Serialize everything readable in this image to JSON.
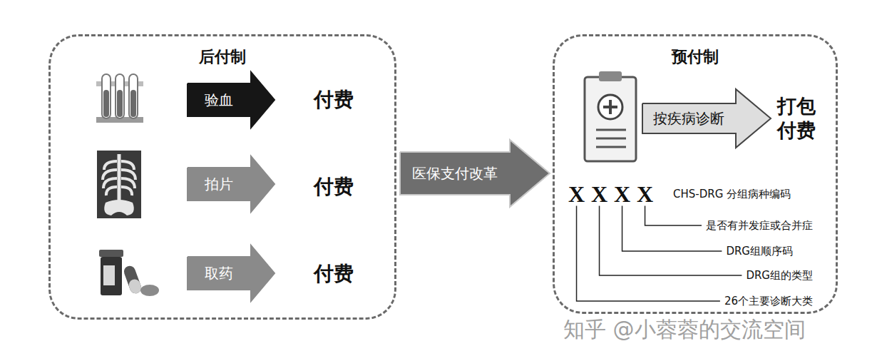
{
  "diagram": {
    "nodes": [
      {
        "text": [
          "后付制"
        ]
      },
      {
        "text": [
          "验血"
        ],
        "in": 0
      },
      {
        "text": [
          "拍片"
        ],
        "in": 0
      },
      {
        "text": [
          "取药"
        ],
        "in": 0
      },
      {
        "text": [
          "预付制"
        ]
      },
      {
        "text": [
          "按疾病诊断"
        ],
        "in": 4
      }
    ],
    "edges": [
      {
        "from": 0,
        "to": 4,
        "label": "医保支付改革",
        "arrow": "to"
      }
    ],
    "labels": [
      "付费",
      "付费",
      "付费",
      "打包 付费",
      "X",
      "X",
      "X",
      "X",
      "CHS-DRG 分组病种编码",
      "是否有并发症或合并症",
      "DRG组顺序码",
      "DRG组的类型",
      "26个主要诊断大类",
      "知乎 @小蓉蓉的交流空间"
    ]
  }
}
